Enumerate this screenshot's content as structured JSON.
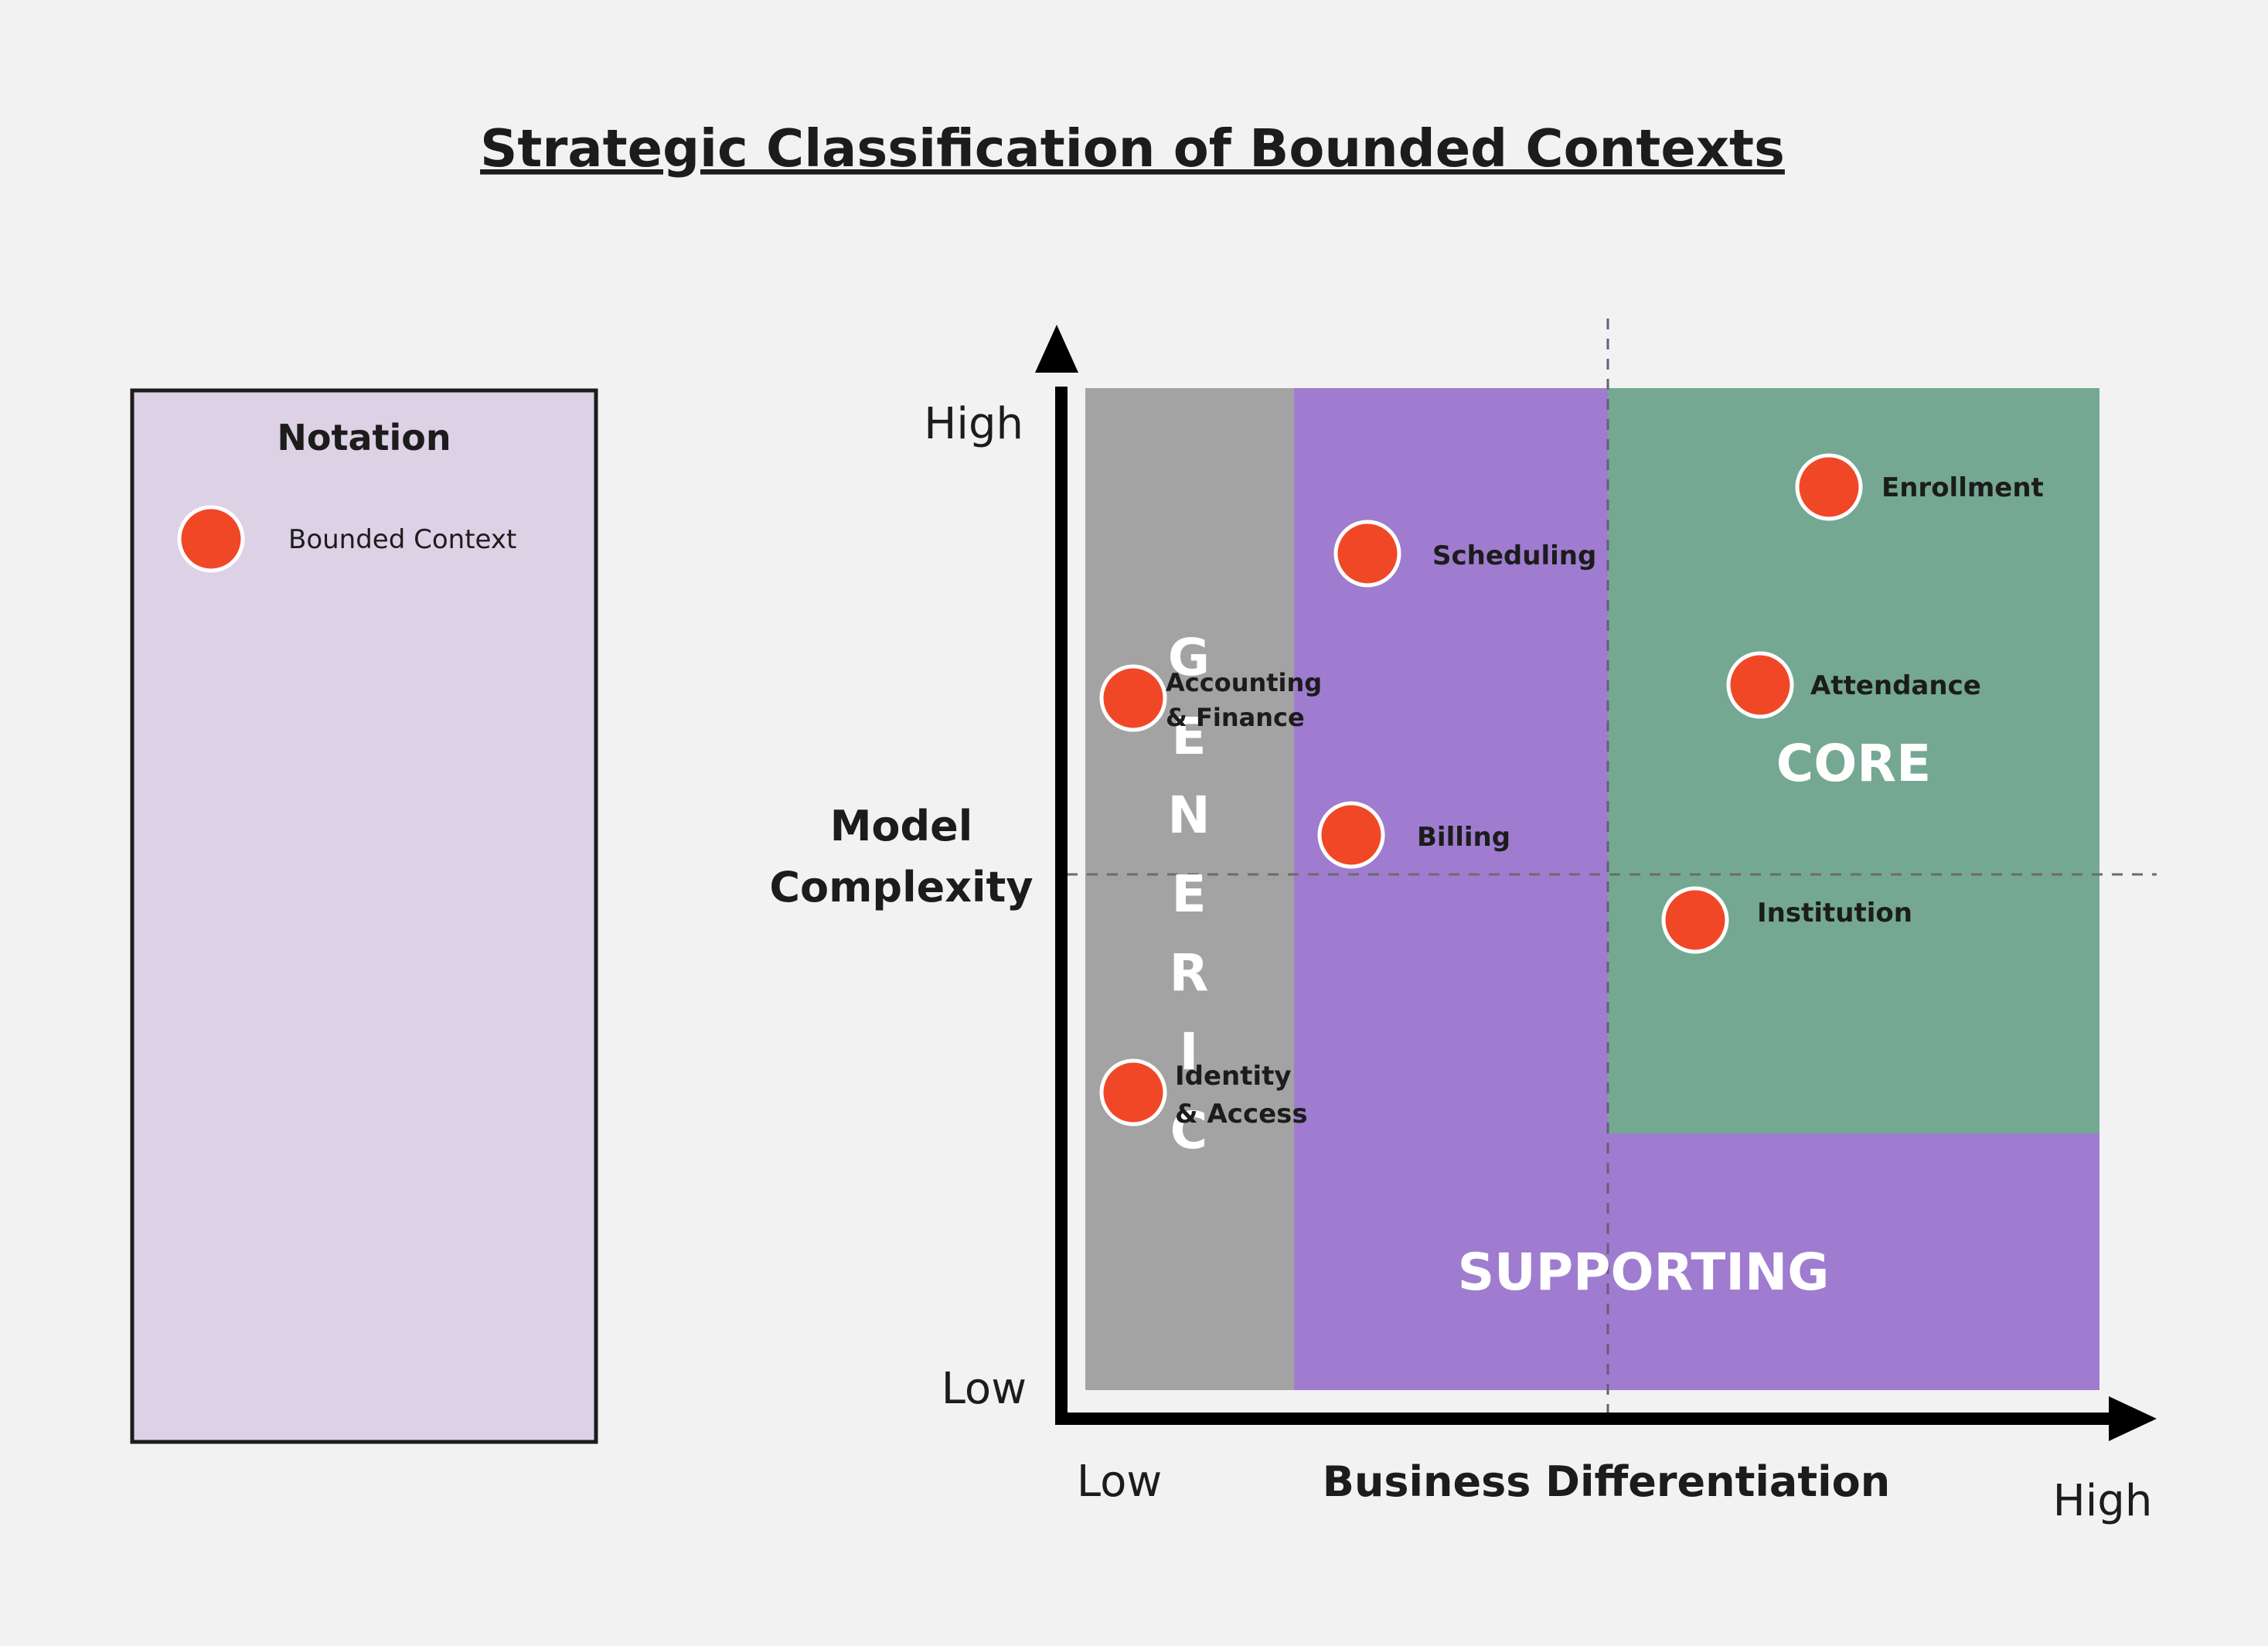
{
  "title": "Strategic Classification of Bounded Contexts",
  "notation": {
    "title": "Notation",
    "item_label": "Bounded Context",
    "marker_icon": "red-circle-icon"
  },
  "axes": {
    "y_title_line1": "Model",
    "y_title_line2": "Complexity",
    "y_high": "High",
    "y_low": "Low",
    "x_title": "Business Differentiation",
    "x_low": "Low",
    "x_high": "High"
  },
  "regions": {
    "generic_letters": [
      "G",
      "E",
      "N",
      "E",
      "R",
      "I",
      "C"
    ],
    "core": "CORE",
    "supporting": "SUPPORTING"
  },
  "contexts": {
    "enrollment": "Enrollment",
    "scheduling": "Scheduling",
    "accounting_line1": "Accounting",
    "accounting_line2": "& Finance",
    "attendance": "Attendance",
    "billing": "Billing",
    "institution": "Institution",
    "identity_line1": "Identity",
    "identity_line2": "& Access"
  },
  "colors": {
    "background": "#f2f2f2",
    "notation_fill": "#ddd1e6",
    "generic": "#a3a3a3",
    "supporting": "#9f7ccf",
    "core": "#74a893",
    "context_marker": "#f04827",
    "axis": "#000000"
  }
}
